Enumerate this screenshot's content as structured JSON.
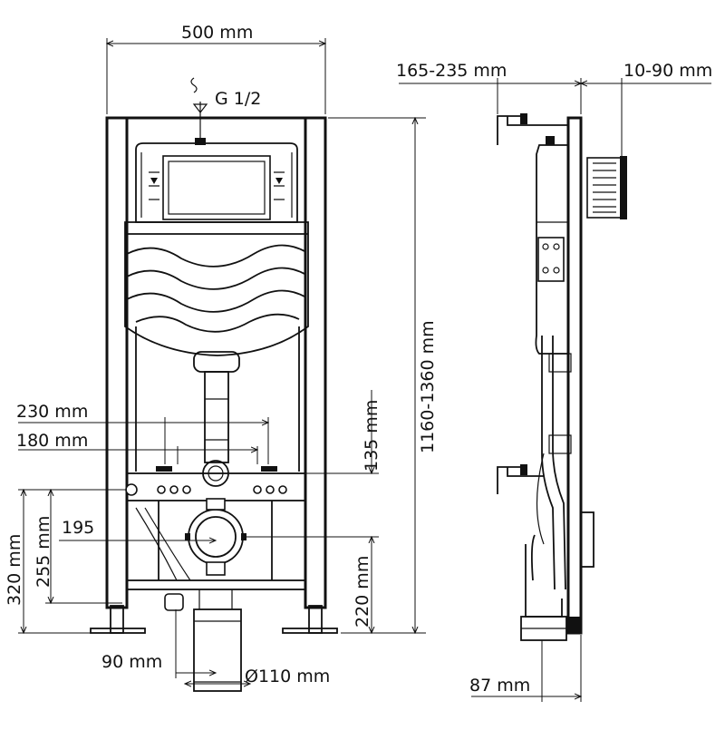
{
  "front_view": {
    "width_label": "500 mm",
    "inlet_label": "G 1/2",
    "total_height_label": "1160-1360 mm",
    "dim_230": "230 mm",
    "dim_180": "180 mm",
    "dim_135": "135 mm",
    "dim_195": "195",
    "dim_255": "255 mm",
    "dim_320": "320 mm",
    "dim_220": "220 mm",
    "dim_90": "90 mm",
    "dim_110": "Ø110 mm"
  },
  "side_view": {
    "depth_range_label": "165-235 mm",
    "wall_range_label": "10-90 mm",
    "dim_87": "87 mm"
  },
  "colors": {
    "line": "#111111",
    "background": "#ffffff"
  }
}
